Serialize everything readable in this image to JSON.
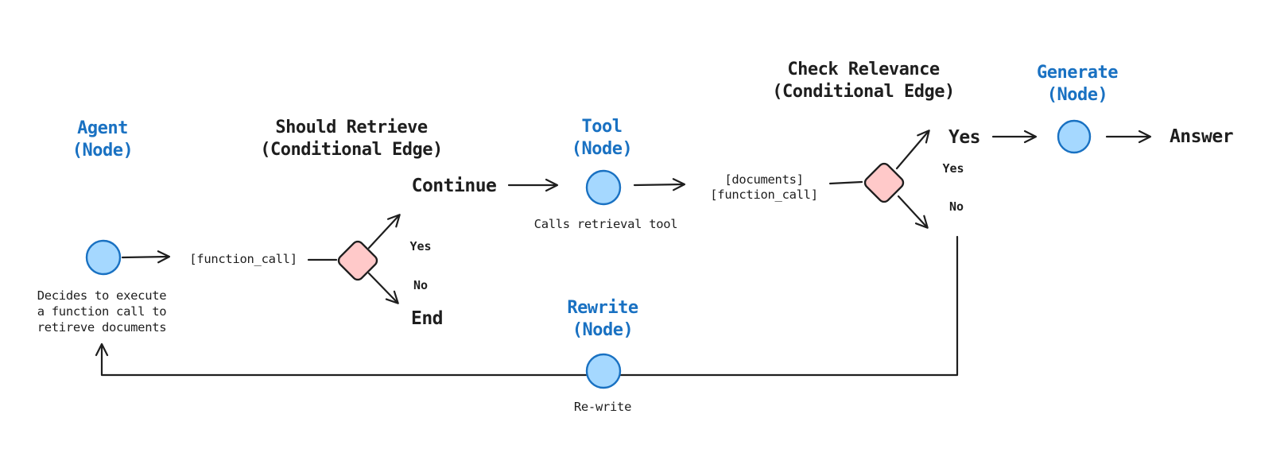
{
  "colors": {
    "background": "#ffffff",
    "title_blue": "#1971c2",
    "text_dark": "#1e1e1e",
    "line_color": "#1e1e1e",
    "node_fill": "#a5d8ff",
    "node_stroke": "#1971c2",
    "diamond_fill": "#ffc9c9",
    "diamond_stroke": "#1e1e1e"
  },
  "diagram": {
    "agent": {
      "title": "Agent\n(Node)",
      "description": "Decides to execute\na function call to\nretireve documents",
      "output": "[function_call]"
    },
    "should_retrieve": {
      "title": "Should Retrieve\n(Conditional Edge)",
      "yes_label": "Yes",
      "no_label": "No",
      "yes_target": "Continue",
      "no_target": "End"
    },
    "tool": {
      "title": "Tool\n(Node)",
      "caption": "Calls retrieval tool",
      "output": "[documents]\n[function_call]"
    },
    "check_relevance": {
      "title": "Check Relevance\n(Conditional Edge)",
      "yes_label": "Yes",
      "no_label": "No",
      "yes_target": "Yes"
    },
    "generate": {
      "title": "Generate\n(Node)",
      "output": "Answer"
    },
    "rewrite": {
      "title": "Rewrite\n(Node)",
      "caption": "Re-write"
    }
  }
}
